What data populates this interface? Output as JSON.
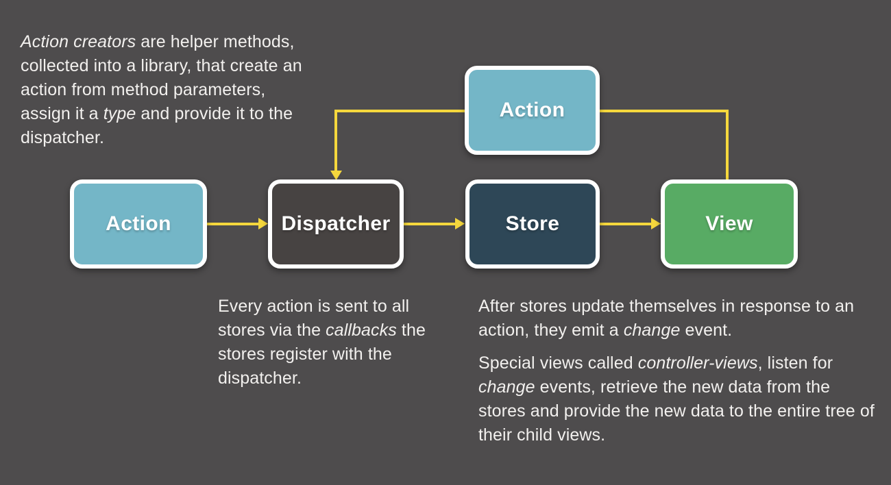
{
  "canvas": {
    "bg": "#4e4c4d",
    "text_color": "#f2f0ee"
  },
  "colors": {
    "action_fill": "#74b6c7",
    "dispatcher_fill": "#474342",
    "store_fill": "#2e4757",
    "view_fill": "#58ab64",
    "arrow": "#f5d73d",
    "node_border": "#ffffff",
    "node_label": "#ffffff"
  },
  "nodes": [
    {
      "id": "action-top",
      "label": "Action"
    },
    {
      "id": "action-left",
      "label": "Action"
    },
    {
      "id": "dispatcher",
      "label": "Dispatcher"
    },
    {
      "id": "store",
      "label": "Store"
    },
    {
      "id": "view",
      "label": "View"
    }
  ],
  "connectors": [
    {
      "id": "action-to-dispatcher",
      "from": "Action",
      "to": "Dispatcher"
    },
    {
      "id": "dispatcher-to-store",
      "from": "Dispatcher",
      "to": "Store"
    },
    {
      "id": "store-to-view",
      "from": "Store",
      "to": "View"
    },
    {
      "id": "view-to-action",
      "from": "View",
      "to": "Action"
    },
    {
      "id": "action-top-to-dispatcher",
      "from": "Action",
      "to": "Dispatcher"
    }
  ],
  "annotations": {
    "action_creators": {
      "segments": [
        {
          "text": "Action creators",
          "italic": true
        },
        {
          "text": " are helper methods, collected into a library, that create an action from method parameters, assign it a ",
          "italic": false
        },
        {
          "text": "type",
          "italic": true
        },
        {
          "text": " and provide it to the dispatcher.",
          "italic": false
        }
      ]
    },
    "every_action": {
      "segments": [
        {
          "text": "Every action is sent to all stores via the ",
          "italic": false
        },
        {
          "text": "callbacks",
          "italic": true
        },
        {
          "text": " the stores register with the dispatcher.",
          "italic": false
        }
      ]
    },
    "after_stores": {
      "segments": [
        {
          "text": "After stores update themselves in response to an action, they emit a ",
          "italic": false
        },
        {
          "text": "change",
          "italic": true
        },
        {
          "text": " event.",
          "italic": false
        }
      ]
    },
    "special_views": {
      "segments": [
        {
          "text": "Special views called ",
          "italic": false
        },
        {
          "text": "controller-views",
          "italic": true
        },
        {
          "text": ", listen for ",
          "italic": false
        },
        {
          "text": "change",
          "italic": true
        },
        {
          "text": " events, retrieve the new data from the stores and provide the new data to the entire tree of their child views.",
          "italic": false
        }
      ]
    }
  }
}
